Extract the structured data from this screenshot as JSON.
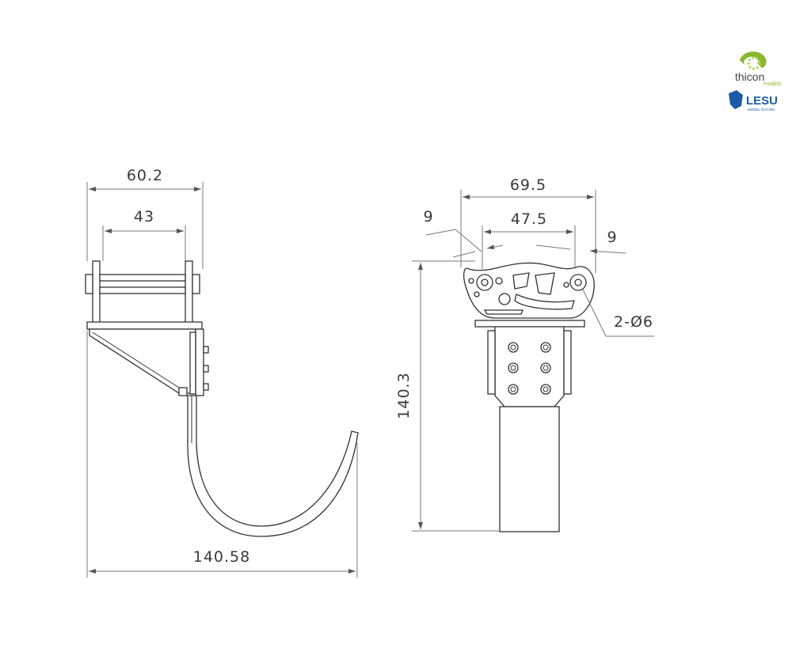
{
  "logos": {
    "thicon": {
      "name": "thicon",
      "sub": "models"
    },
    "lesu": {
      "name": "LESU",
      "sub": "MODEL RACING"
    }
  },
  "side_view": {
    "dims": {
      "width_top": "60.2",
      "pin_span": "43",
      "overall_width": "140.58"
    }
  },
  "front_view": {
    "dims": {
      "width_top": "69.5",
      "pin_span": "47.5",
      "offset_left": "9",
      "offset_right": "9",
      "height": "140.3",
      "holes": "2-Ø6"
    }
  },
  "colors": {
    "line": "#333333",
    "dim_line": "#777777",
    "brand_green": "#8ab82e",
    "brand_blue": "#1c5aa8"
  }
}
